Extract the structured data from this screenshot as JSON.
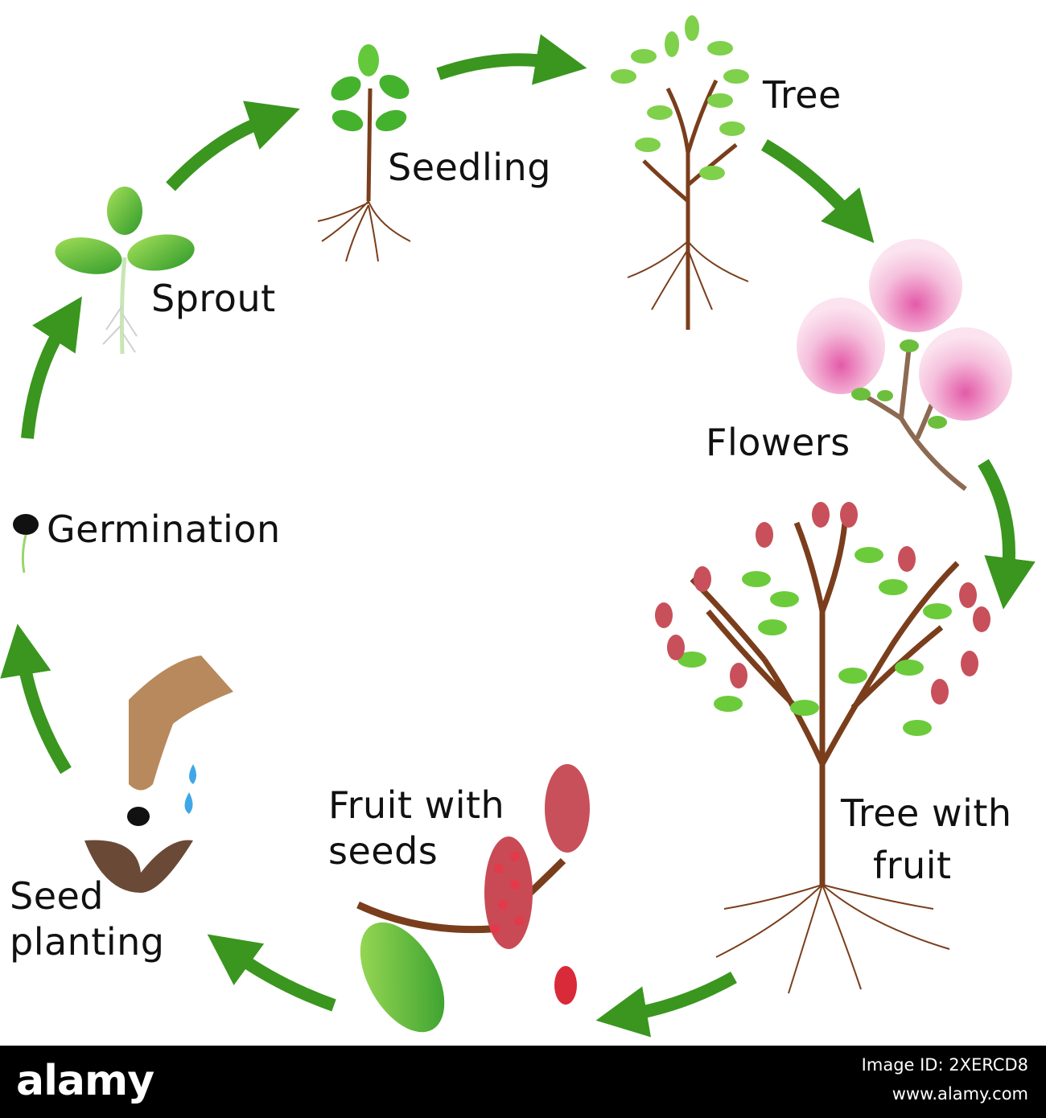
{
  "stages": {
    "seedling": "Seedling",
    "tree": "Tree",
    "flowers": "Flowers",
    "tree_with_fruit_1": "Tree with",
    "tree_with_fruit_2": "fruit",
    "fruit_with_seeds_1": "Fruit with",
    "fruit_with_seeds_2": "seeds",
    "seed_planting_1": "Seed",
    "seed_planting_2": "planting",
    "germination": "Germination",
    "sprout": "Sprout"
  },
  "footer": {
    "brand": "alamy",
    "image_id": "Image ID: 2XERCD8",
    "url": "www.alamy.com"
  },
  "colors": {
    "arrow": "#3a961e",
    "leaf": "#5cc02c",
    "trunk": "#7a3e1c",
    "flower": "#f2b3d6",
    "fruit": "#c8505a"
  }
}
